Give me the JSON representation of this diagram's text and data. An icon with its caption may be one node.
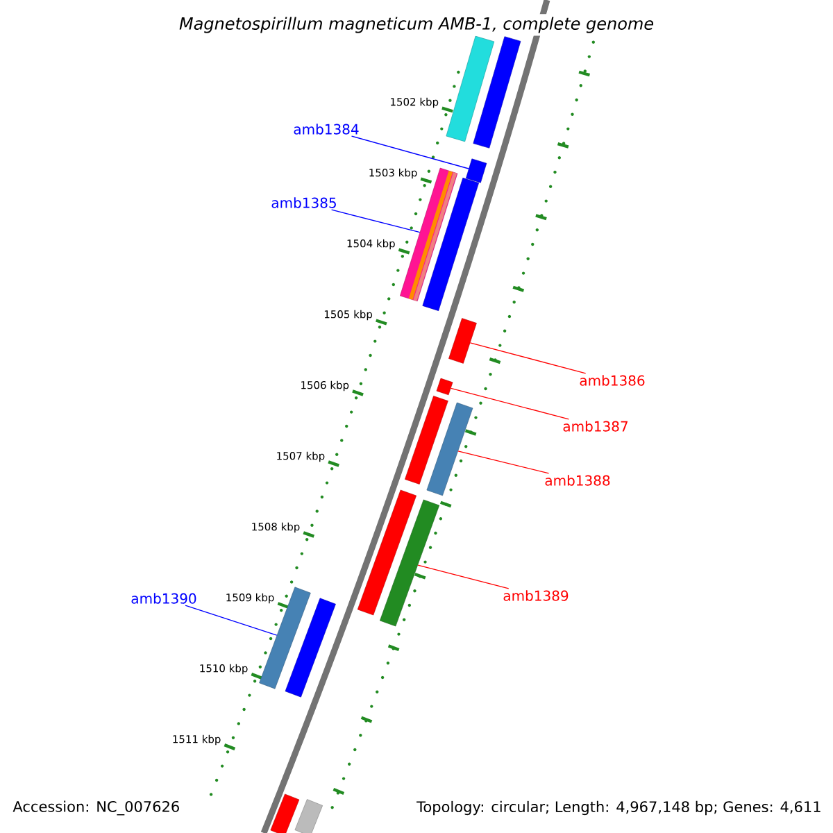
{
  "diagram": {
    "title": "Magnetospirillum magneticum AMB-1, complete genome",
    "nodes": [
      {
        "text": [],
        "shape": "bar"
      },
      {
        "text": [],
        "shape": "bar"
      },
      {
        "text": [
          "amb1384"
        ]
      },
      {
        "text": [],
        "shape": "bar"
      },
      {
        "text": [
          "amb1385"
        ]
      },
      {
        "text": [],
        "shape": "bar"
      },
      {
        "text": [],
        "shape": "bar"
      },
      {
        "text": [],
        "shape": "bar"
      },
      {
        "text": [
          "amb1386"
        ]
      },
      {
        "text": [],
        "shape": "bar"
      },
      {
        "text": [
          "amb1387"
        ]
      },
      {
        "text": [],
        "shape": "bar"
      },
      {
        "text": [],
        "shape": "bar"
      },
      {
        "text": [
          "amb1388"
        ]
      },
      {
        "text": [],
        "shape": "bar"
      },
      {
        "text": [],
        "shape": "bar"
      },
      {
        "text": [
          "amb1389"
        ]
      },
      {
        "text": [],
        "shape": "bar"
      },
      {
        "text": [],
        "shape": "bar"
      },
      {
        "text": [
          "amb1390"
        ]
      },
      {
        "text": [],
        "shape": "bar"
      },
      {
        "text": [],
        "shape": "bar"
      }
    ],
    "edges": [
      {
        "from": 2,
        "to": 3,
        "arrow": "none",
        "color": "#0000ff"
      },
      {
        "from": 4,
        "to": 5,
        "arrow": "none",
        "color": "#0000ff"
      },
      {
        "from": 8,
        "to": 7,
        "arrow": "none",
        "color": "#ff0000"
      },
      {
        "from": 10,
        "to": 9,
        "arrow": "none",
        "color": "#ff0000"
      },
      {
        "from": 13,
        "to": 12,
        "arrow": "none",
        "color": "#ff0000"
      },
      {
        "from": 16,
        "to": 15,
        "arrow": "none",
        "color": "#ff0000"
      },
      {
        "from": 19,
        "to": 17,
        "arrow": "none",
        "color": "#0000ff"
      }
    ],
    "labels": [
      "1502 kbp",
      "1503 kbp",
      "1504 kbp",
      "1505 kbp",
      "1506 kbp",
      "1507 kbp",
      "1508 kbp",
      "1509 kbp",
      "1510 kbp",
      "1511 kbp",
      "Accession: NC_007626",
      "Topology: circular; Length: 4,967,148 bp; Genes: 4,611"
    ]
  }
}
